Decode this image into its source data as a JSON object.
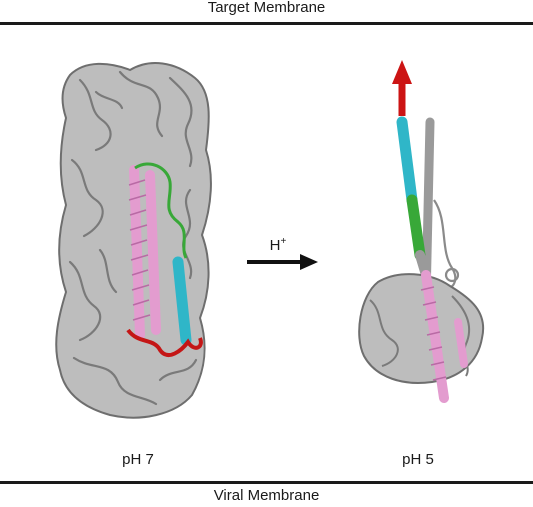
{
  "top_label": "Target Membrane",
  "bottom_label": "Viral Membrane",
  "left_state_label": "pH 7",
  "right_state_label": "pH 5",
  "arrow_label": "H",
  "arrow_label_sup": "+",
  "colors": {
    "protein_gray": "#8a8a8a",
    "helix_pink": "#e39ccf",
    "helix_cyan": "#2fb6c8",
    "loop_green": "#38a838",
    "loop_red": "#c41616",
    "arrow_red": "#cc1414",
    "membrane": "#1a1a1a"
  }
}
